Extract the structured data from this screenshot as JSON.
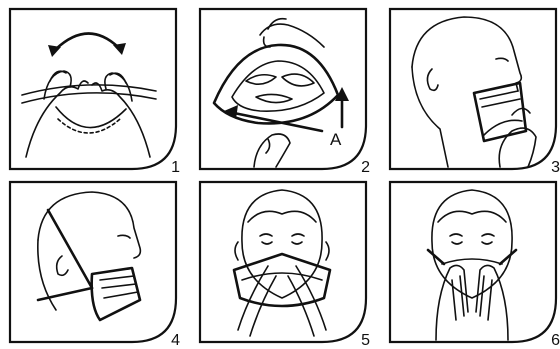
{
  "panels": [
    {
      "number": "1",
      "icon": "mask-fold-hands"
    },
    {
      "number": "2",
      "icon": "mask-inside-view",
      "label": "A"
    },
    {
      "number": "3",
      "icon": "mask-to-face-profile"
    },
    {
      "number": "4",
      "icon": "straps-over-head"
    },
    {
      "number": "5",
      "icon": "mold-nosepiece"
    },
    {
      "number": "6",
      "icon": "seal-check"
    }
  ],
  "colors": {
    "line": "#111111",
    "background": "#ffffff"
  }
}
